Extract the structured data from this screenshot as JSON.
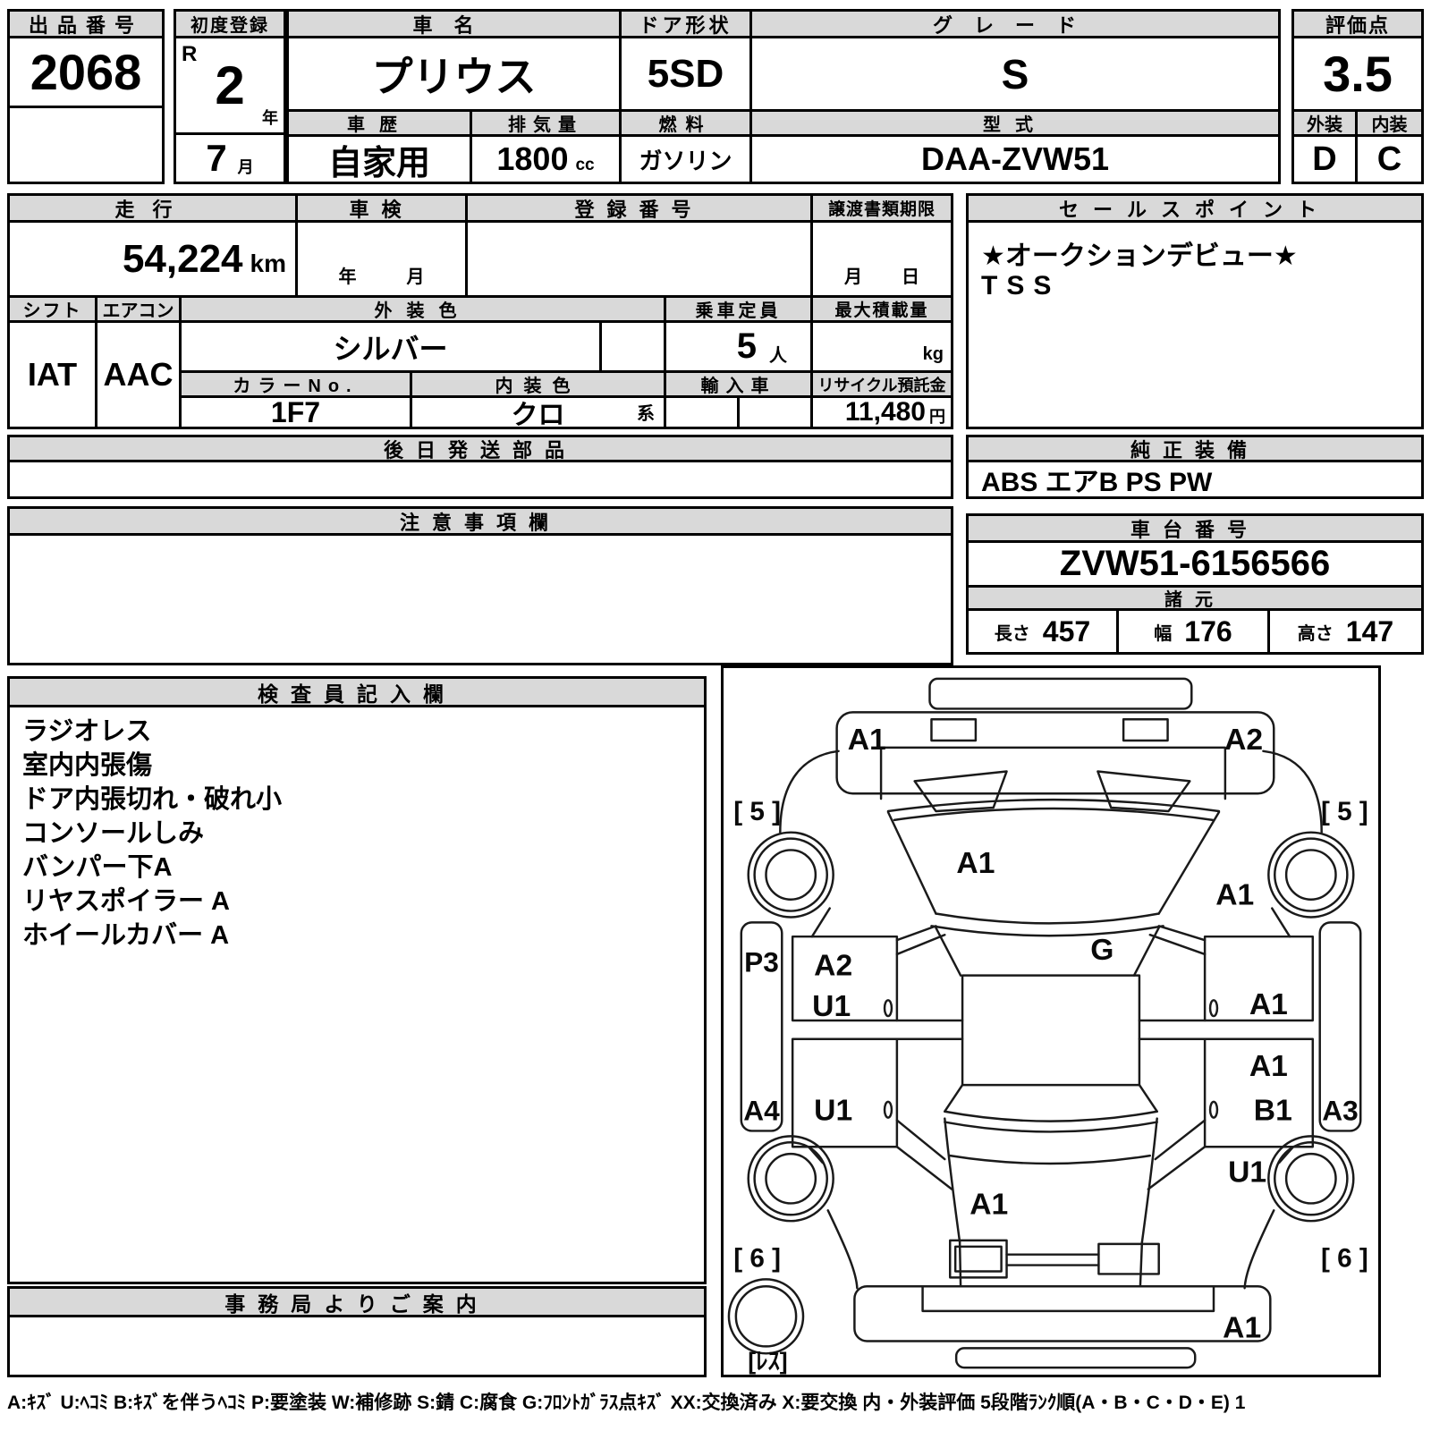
{
  "auction": {
    "label": "出品番号",
    "value": "2068"
  },
  "first_reg": {
    "label": "初度登録",
    "era": "R",
    "year": "2",
    "year_unit": "年",
    "month": "7",
    "month_unit": "月"
  },
  "car_name": {
    "label": "車名",
    "value": "プリウス"
  },
  "door": {
    "label": "ドア形状",
    "value": "5SD"
  },
  "grade": {
    "label": "グレード",
    "value": "S"
  },
  "score": {
    "label": "評価点",
    "value": "3.5"
  },
  "history": {
    "label": "車歴",
    "value": "自家用"
  },
  "displacement": {
    "label": "排気量",
    "value": "1800",
    "unit": "cc"
  },
  "fuel": {
    "label": "燃料",
    "value": "ガソリン"
  },
  "model_code": {
    "label": "型式",
    "value": "DAA-ZVW51"
  },
  "exterior": {
    "label": "外装",
    "value": "D"
  },
  "interior": {
    "label": "内装",
    "value": "C"
  },
  "mileage": {
    "label": "走行",
    "value": "54,224",
    "unit": "km"
  },
  "inspection": {
    "label": "車検",
    "year_unit": "年",
    "month_unit": "月"
  },
  "reg_no": {
    "label": "登録番号",
    "value": ""
  },
  "transfer": {
    "label": "譲渡書類期限",
    "month_unit": "月",
    "day_unit": "日"
  },
  "shift": {
    "label": "シフト",
    "value": "IAT"
  },
  "aircon": {
    "label": "エアコン",
    "value": "AAC"
  },
  "ext_color": {
    "label": "外装色",
    "value": "シルバー"
  },
  "capacity": {
    "label": "乗車定員",
    "value": "5",
    "unit": "人"
  },
  "max_load": {
    "label": "最大積載量",
    "unit": "kg"
  },
  "color_no": {
    "label": "カラーNo.",
    "value": "1F7"
  },
  "int_color": {
    "label": "内装色",
    "value": "クロ",
    "suffix": "系"
  },
  "import_car": {
    "label": "輸入車",
    "value": ""
  },
  "recycle": {
    "label": "リサイクル預託金",
    "value": "11,480",
    "unit": "円"
  },
  "sales_point": {
    "label": "セールスポイント",
    "line1": "★オークションデビュー★",
    "line2": "TSS"
  },
  "later_parts": {
    "label": "後日発送部品",
    "value": ""
  },
  "genuine": {
    "label": "純正装備",
    "value": "ABS エアB PS PW"
  },
  "caution": {
    "label": "注意事項欄",
    "value": ""
  },
  "chassis": {
    "label": "車台番号",
    "value": "ZVW51-6156566"
  },
  "specs": {
    "label": "諸元",
    "length_label": "長さ",
    "length": "457",
    "width_label": "幅",
    "width": "176",
    "height_label": "高さ",
    "height": "147"
  },
  "inspector": {
    "label": "検査員記入欄",
    "lines": [
      "ラジオレス",
      "室内内張傷",
      "ドア内張切れ・破れ小",
      "コンソールしみ",
      "バンパー下A",
      "リヤスポイラー A",
      "ホイールカバー A"
    ]
  },
  "office": {
    "label": "事務局よりご案内"
  },
  "diagram": {
    "labels": [
      "A1",
      "A2",
      "[ 5 ]",
      "[ 5 ]",
      "A1",
      "A1",
      "G",
      "P3",
      "A2",
      "U1",
      "A1",
      "A4",
      "U1",
      "A1",
      "B1",
      "A3",
      "U1",
      "A1",
      "[ 6 ]",
      "[ 6 ]",
      "A1",
      "[ﾚｽ]"
    ]
  },
  "footer": {
    "legend": "A:ｷｽﾞ U:ﾍｺﾐ B:ｷｽﾞを伴うﾍｺﾐ P:要塗装 W:補修跡 S:錆 C:腐食 G:ﾌﾛﾝﾄｶﾞﾗｽ点ｷｽﾞ XX:交換済み X:要交換  内・外装評価  5段階ﾗﾝｸ順(A・B・C・D・E) 1"
  }
}
